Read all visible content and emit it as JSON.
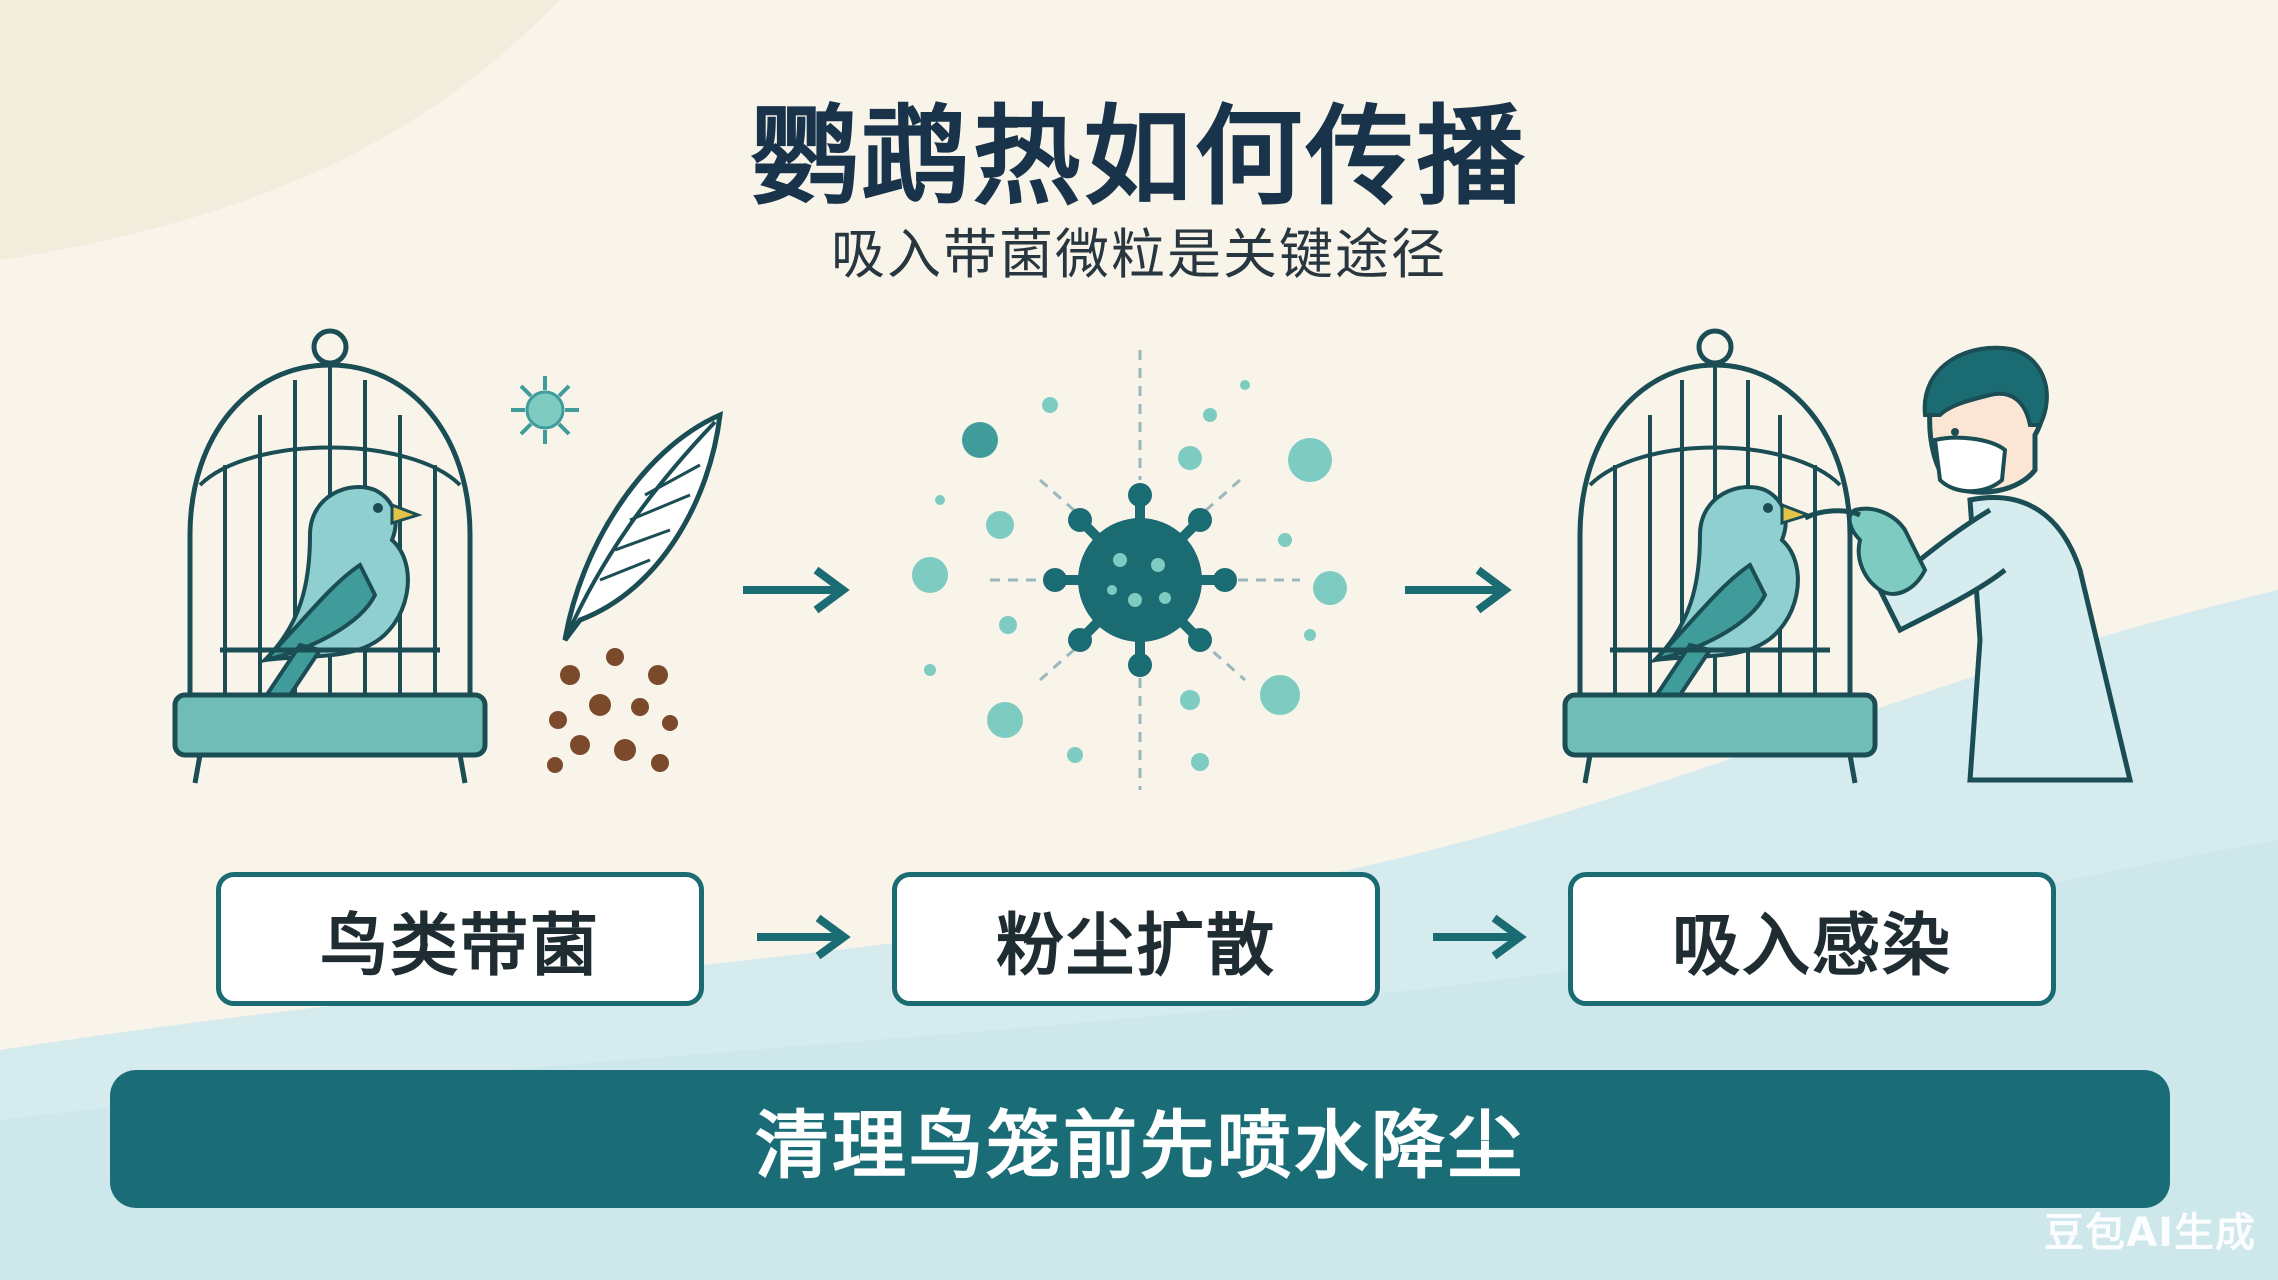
{
  "title": "鹦鹉热如何传播",
  "subtitle": "吸入带菌微粒是关键途径",
  "steps": [
    {
      "label": "鸟类带菌"
    },
    {
      "label": "粉尘扩散"
    },
    {
      "label": "吸入感染"
    }
  ],
  "tip": "清理鸟笼前先喷水降尘",
  "watermark": "豆包AI生成",
  "colors": {
    "teal_dark": "#1a6d77",
    "teal_light": "#7ecbc2",
    "background": "#f8f4ea",
    "wave": "#cfe8ec",
    "droppings": "#7a4a2b"
  },
  "icons": [
    "bird-cage-icon",
    "bird-icon",
    "feather-icon",
    "bacteria-icon",
    "droppings-icon",
    "arrow-right-icon",
    "person-icon",
    "mask-icon",
    "glove-icon"
  ]
}
